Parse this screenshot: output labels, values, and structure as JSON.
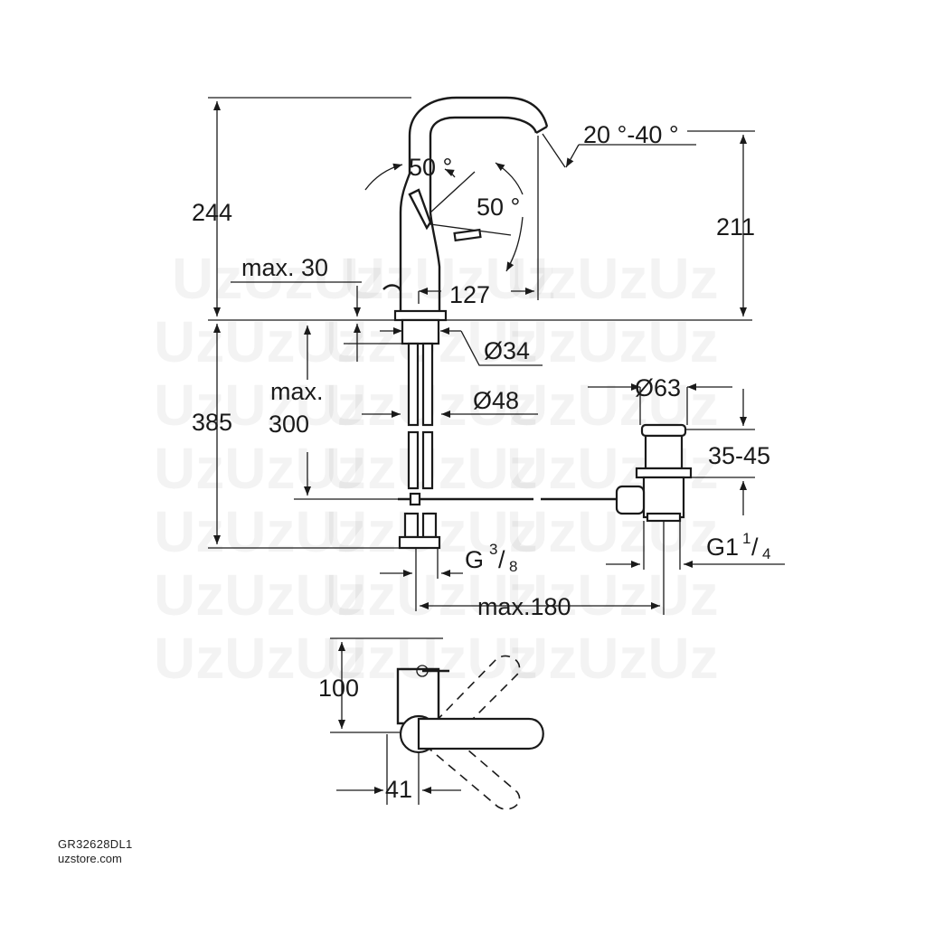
{
  "dimensions": {
    "height_total": "244",
    "spout_height": "211",
    "projection": "127",
    "handle_angle_1": "50 °",
    "handle_angle_2": "50 °",
    "spout_angle": "20 °-40 °",
    "deck_thickness": "max. 30",
    "hole_diameter": "Ø34",
    "body_diameter": "Ø48",
    "drain_diameter": "Ø63",
    "hose_length": "385",
    "max_300_line1": "max.",
    "max_300_line2": "300",
    "drain_range": "35-45",
    "connection_thread_base": "G",
    "connection_thread_num": "3",
    "connection_thread_den": "8",
    "drain_thread_base": "G1",
    "drain_thread_num": "1",
    "drain_thread_den": "4",
    "max_distance": "max.180",
    "top_view_depth": "100",
    "top_view_offset": "41"
  },
  "watermark": "UzUzUz",
  "footer": {
    "product_code": "GR32628DL1",
    "website": "uzstore.com"
  }
}
